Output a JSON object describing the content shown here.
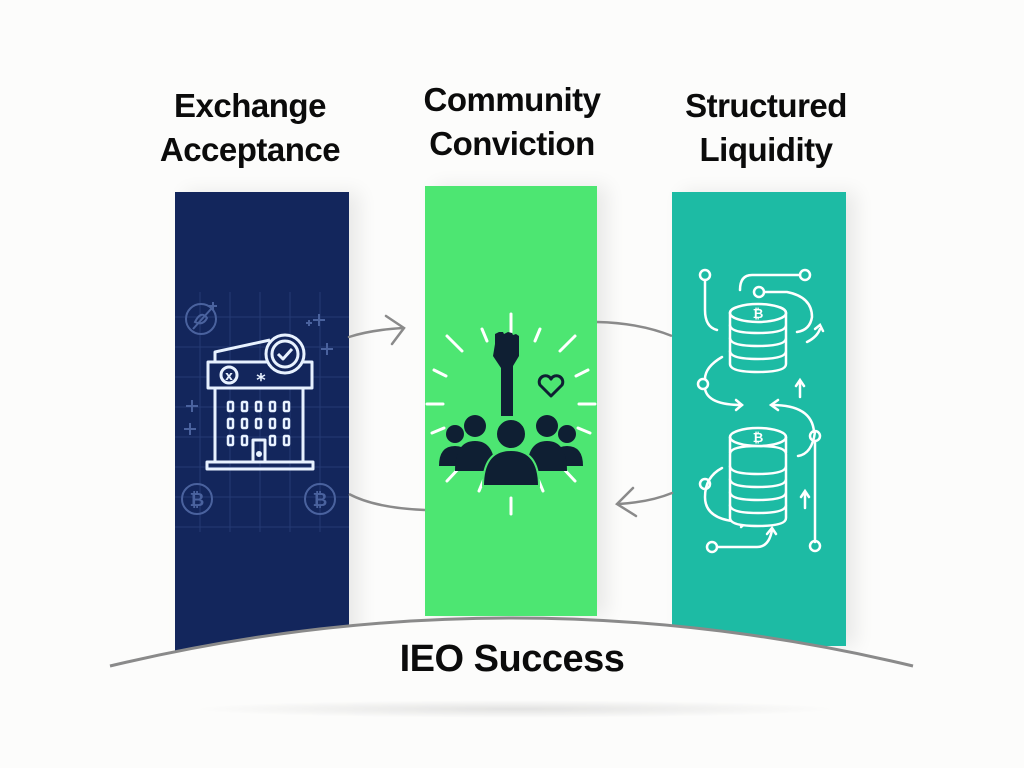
{
  "diagram": {
    "title": "IEO Success",
    "pillars": [
      {
        "id": "exchange",
        "heading_lines": [
          "Exchange",
          "Acceptance"
        ],
        "color": "#13265c",
        "icon": "exchange-building-check-icon",
        "decorations": [
          "grid-lines",
          "bitcoin-coin-icons",
          "plus-sparkles",
          "crossed-coin-icon"
        ]
      },
      {
        "id": "community",
        "heading_lines": [
          "Community",
          "Conviction"
        ],
        "color": "#4de672",
        "icon": "raised-fist-crowd-heart-icon",
        "decorations": [
          "radiating-rays"
        ]
      },
      {
        "id": "liquidity",
        "heading_lines": [
          "Structured",
          "Liquidity"
        ],
        "color": "#1dbba4",
        "icon": "coin-stacks-flow-icon",
        "decorations": [
          "circuit-flow-arrows"
        ]
      }
    ],
    "connectors": [
      {
        "from": "exchange",
        "to": "community",
        "direction": "right",
        "icon": "arrow-right-icon"
      },
      {
        "from": "liquidity",
        "to": "community",
        "direction": "left",
        "icon": "arrow-left-icon"
      }
    ],
    "base": {
      "label": "IEO Success",
      "shape": "arc",
      "stroke_color": "#8a8a8a"
    },
    "colors": {
      "background": "#fcfcfb",
      "text": "#0b0b0b",
      "icon_light": "#e8f2ff",
      "icon_dark": "#0f1f33",
      "connector": "#8a8a8a"
    }
  }
}
